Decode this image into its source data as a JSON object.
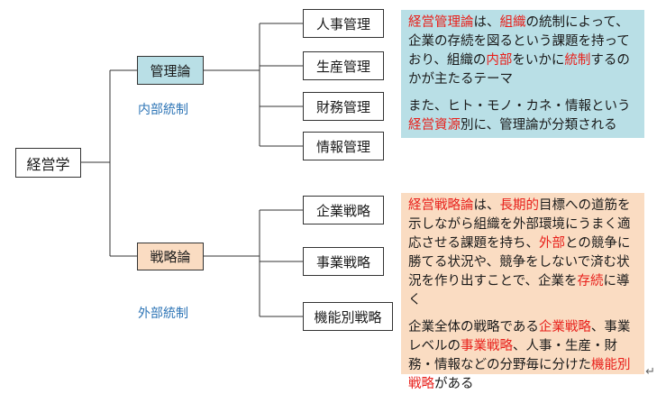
{
  "nodes": {
    "root": "経営学",
    "management": "管理論",
    "strategy": "戦略論",
    "hr": "人事管理",
    "production": "生産管理",
    "finance": "財務管理",
    "information": "情報管理",
    "corporate": "企業戦略",
    "business": "事業戦略",
    "functional": "機能別戦略"
  },
  "labels": {
    "internal": "内部統制",
    "external": "外部統制"
  },
  "panels": {
    "management": {
      "p1": [
        {
          "text": "経営管理論",
          "hl": true
        },
        {
          "text": "は、"
        },
        {
          "text": "組織",
          "hl": true
        },
        {
          "text": "の統制によって、企業の存続を図るという課題を持っており、組織の"
        },
        {
          "text": "内部",
          "hl": true
        },
        {
          "text": "をいかに"
        },
        {
          "text": "統制",
          "hl": true
        },
        {
          "text": "するのかが主たるテーマ"
        }
      ],
      "p2": [
        {
          "text": "また、ヒト・モノ・カネ・情報という"
        },
        {
          "text": "経営資源",
          "hl": true
        },
        {
          "text": "別に、管理論が分類される"
        }
      ]
    },
    "strategy": {
      "p1": [
        {
          "text": "経営戦略論",
          "hl": true
        },
        {
          "text": "は、"
        },
        {
          "text": "長期的",
          "hl": true
        },
        {
          "text": "目標への道筋を示しながら組織を外部環境にうまく適応させる課題を持ち、"
        },
        {
          "text": "外部",
          "hl": true
        },
        {
          "text": "との競争に勝てる状況や、競争をしないで済む状況を作り出すことで、企業を"
        },
        {
          "text": "存続",
          "hl": true
        },
        {
          "text": "に導く"
        }
      ],
      "p2": [
        {
          "text": "企業全体の戦略である"
        },
        {
          "text": "企業戦略",
          "hl": true
        },
        {
          "text": "、事業レベルの"
        },
        {
          "text": "事業戦略",
          "hl": true
        },
        {
          "text": "、人事・生産・財務・情報などの分野毎に分けた"
        },
        {
          "text": "機能別戦略",
          "hl": true
        },
        {
          "text": "がある"
        }
      ]
    }
  },
  "colors": {
    "highlight": "#e8201b",
    "label_blue": "#2e75b6",
    "blue_fill": "#b9dfe6",
    "orange_fill": "#fadcc2"
  },
  "return_mark": "↵"
}
